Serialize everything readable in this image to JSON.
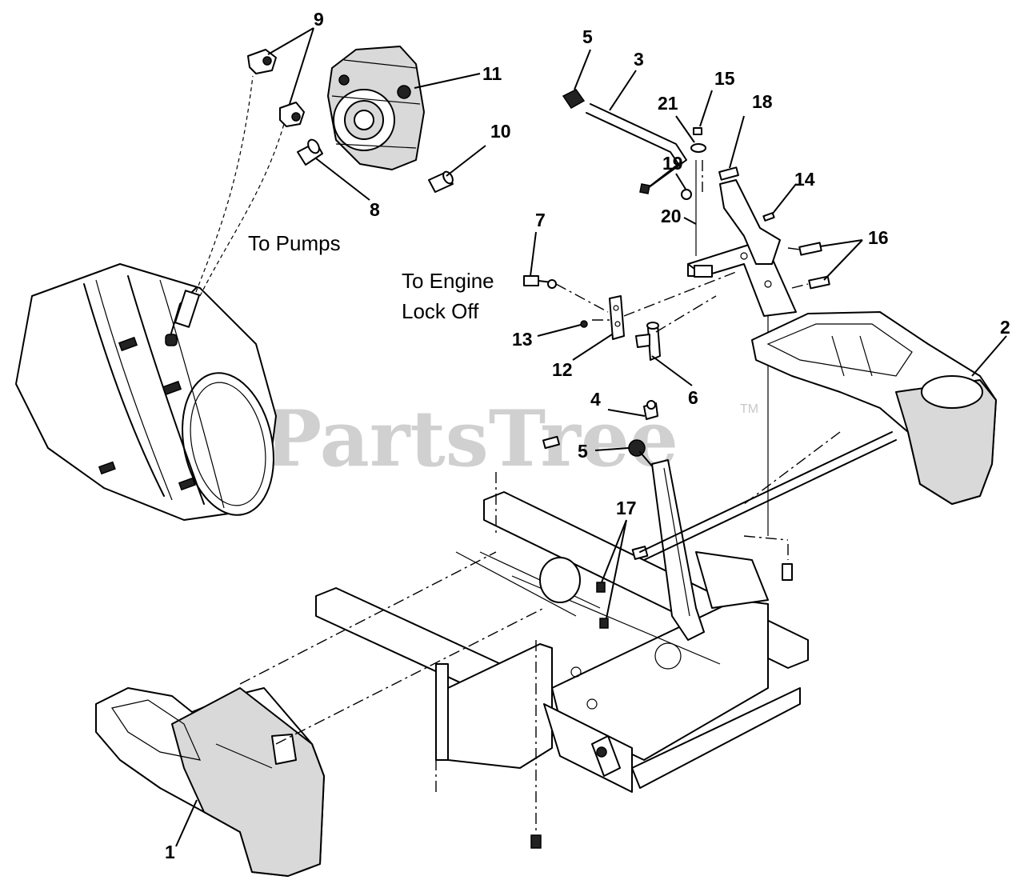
{
  "watermark": {
    "text": "PartsTree",
    "tm": "TM"
  },
  "notes": {
    "to_pumps": "To Pumps",
    "to_engine_line1": "To Engine",
    "to_engine_line2": "Lock Off"
  },
  "callouts": {
    "c1": "1",
    "c2": "2",
    "c3": "3",
    "c4": "4",
    "c5a": "5",
    "c5b": "5",
    "c6": "6",
    "c7": "7",
    "c8": "8",
    "c9": "9",
    "c10": "10",
    "c11": "11",
    "c12": "12",
    "c13": "13",
    "c14": "14",
    "c15": "15",
    "c16": "16",
    "c17": "17",
    "c18": "18",
    "c19": "19",
    "c20": "20",
    "c21": "21"
  }
}
